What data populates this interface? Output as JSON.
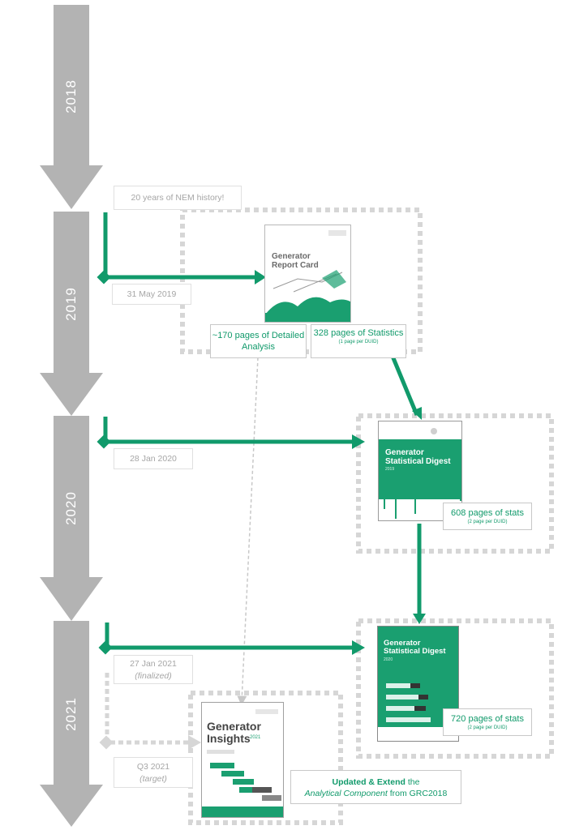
{
  "years": [
    "2018",
    "2019",
    "2020",
    "2021"
  ],
  "note_top": "20 years of NEM history!",
  "dates": {
    "d2019": "31 May 2019",
    "d2020": "28 Jan 2020",
    "d2021": "27 Jan 2021",
    "d2021_sub": "(finalized)",
    "q3": "Q3 2021",
    "q3_sub": "(target)"
  },
  "boxes": {
    "detailed": "~170 pages of Detailed Analysis",
    "stats328": "328 pages of Statistics",
    "stats328_sub": "(1 page per DUID)",
    "stats608": "608 pages of stats",
    "stats608_sub": "(2 page per DUID)",
    "stats720": "720 pages of stats",
    "stats720_sub": "(2 page per DUID)",
    "updated_bold": "Updated & Extend",
    "updated_rest": " the",
    "updated_italic": "Analytical Component",
    "updated_end": " from GRC2018"
  },
  "covers": {
    "grc_title": "Generator Report  Card",
    "gsd_title": "Generator Statistical Digest",
    "gsd_year": "2019",
    "gsd21_title": "Generator Statistical Digest",
    "gsd21_year": "2020",
    "gi_title": "Generator Insights",
    "gi_year": "2021"
  },
  "colors": {
    "green": "#119a6b",
    "gray_arrow": "#b3b3b3",
    "dotted": "#d6d6d6"
  }
}
